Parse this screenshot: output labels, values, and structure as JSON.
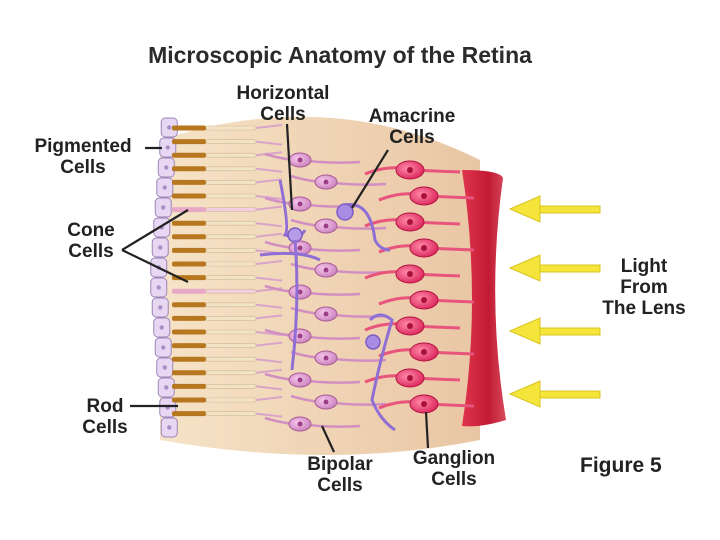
{
  "title": "Microscopic Anatomy of the Retina",
  "figure_label": "Figure 5",
  "labels": {
    "horizontal_cells": [
      "Horizontal",
      "Cells"
    ],
    "amacrine_cells": [
      "Amacrine",
      "Cells"
    ],
    "pigmented_cells": [
      "Pigmented",
      "Cells"
    ],
    "cone_cells": [
      "Cone",
      "Cells"
    ],
    "rod_cells": [
      "Rod",
      "Cells"
    ],
    "bipolar_cells": [
      "Bipolar",
      "Cells"
    ],
    "ganglion_cells": [
      "Ganglion",
      "Cells"
    ],
    "light_from_lens": [
      "Light",
      "From",
      "The Lens"
    ]
  },
  "colors": {
    "tissue": "#f2d9bd",
    "pigment_layer": "#e7d7f2",
    "photoreceptor": "#b7771e",
    "bipolar": "#d98fc7",
    "amacrine": "#8f6fd3",
    "ganglion": "#e23c6a",
    "vessel": "#c81f3a",
    "light_arrow": "#f5e43a"
  }
}
